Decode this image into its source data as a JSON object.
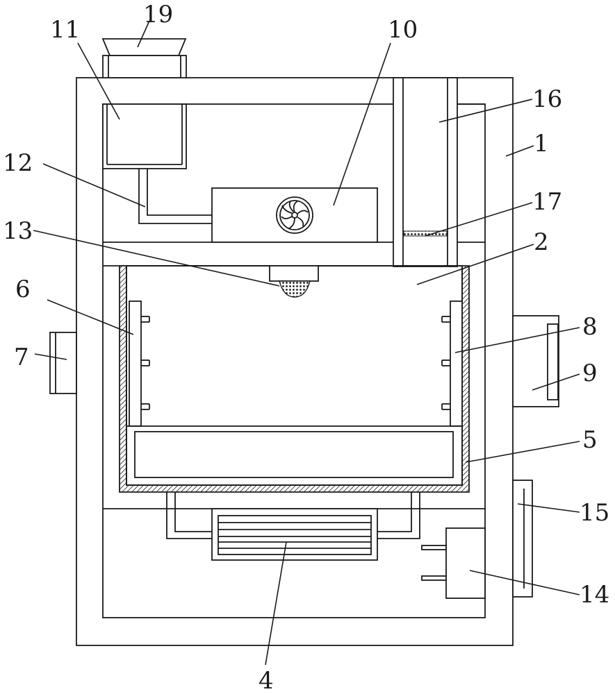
{
  "labels": [
    {
      "id": "1",
      "text": "1"
    },
    {
      "id": "2",
      "text": "2"
    },
    {
      "id": "4",
      "text": "4"
    },
    {
      "id": "5",
      "text": "5"
    },
    {
      "id": "6",
      "text": "6"
    },
    {
      "id": "7",
      "text": "7"
    },
    {
      "id": "8",
      "text": "8"
    },
    {
      "id": "9",
      "text": "9"
    },
    {
      "id": "10",
      "text": "10"
    },
    {
      "id": "11",
      "text": "11"
    },
    {
      "id": "12",
      "text": "12"
    },
    {
      "id": "13",
      "text": "13"
    },
    {
      "id": "14",
      "text": "14"
    },
    {
      "id": "15",
      "text": "15"
    },
    {
      "id": "16",
      "text": "16"
    },
    {
      "id": "17",
      "text": "17"
    },
    {
      "id": "19",
      "text": "19"
    }
  ]
}
